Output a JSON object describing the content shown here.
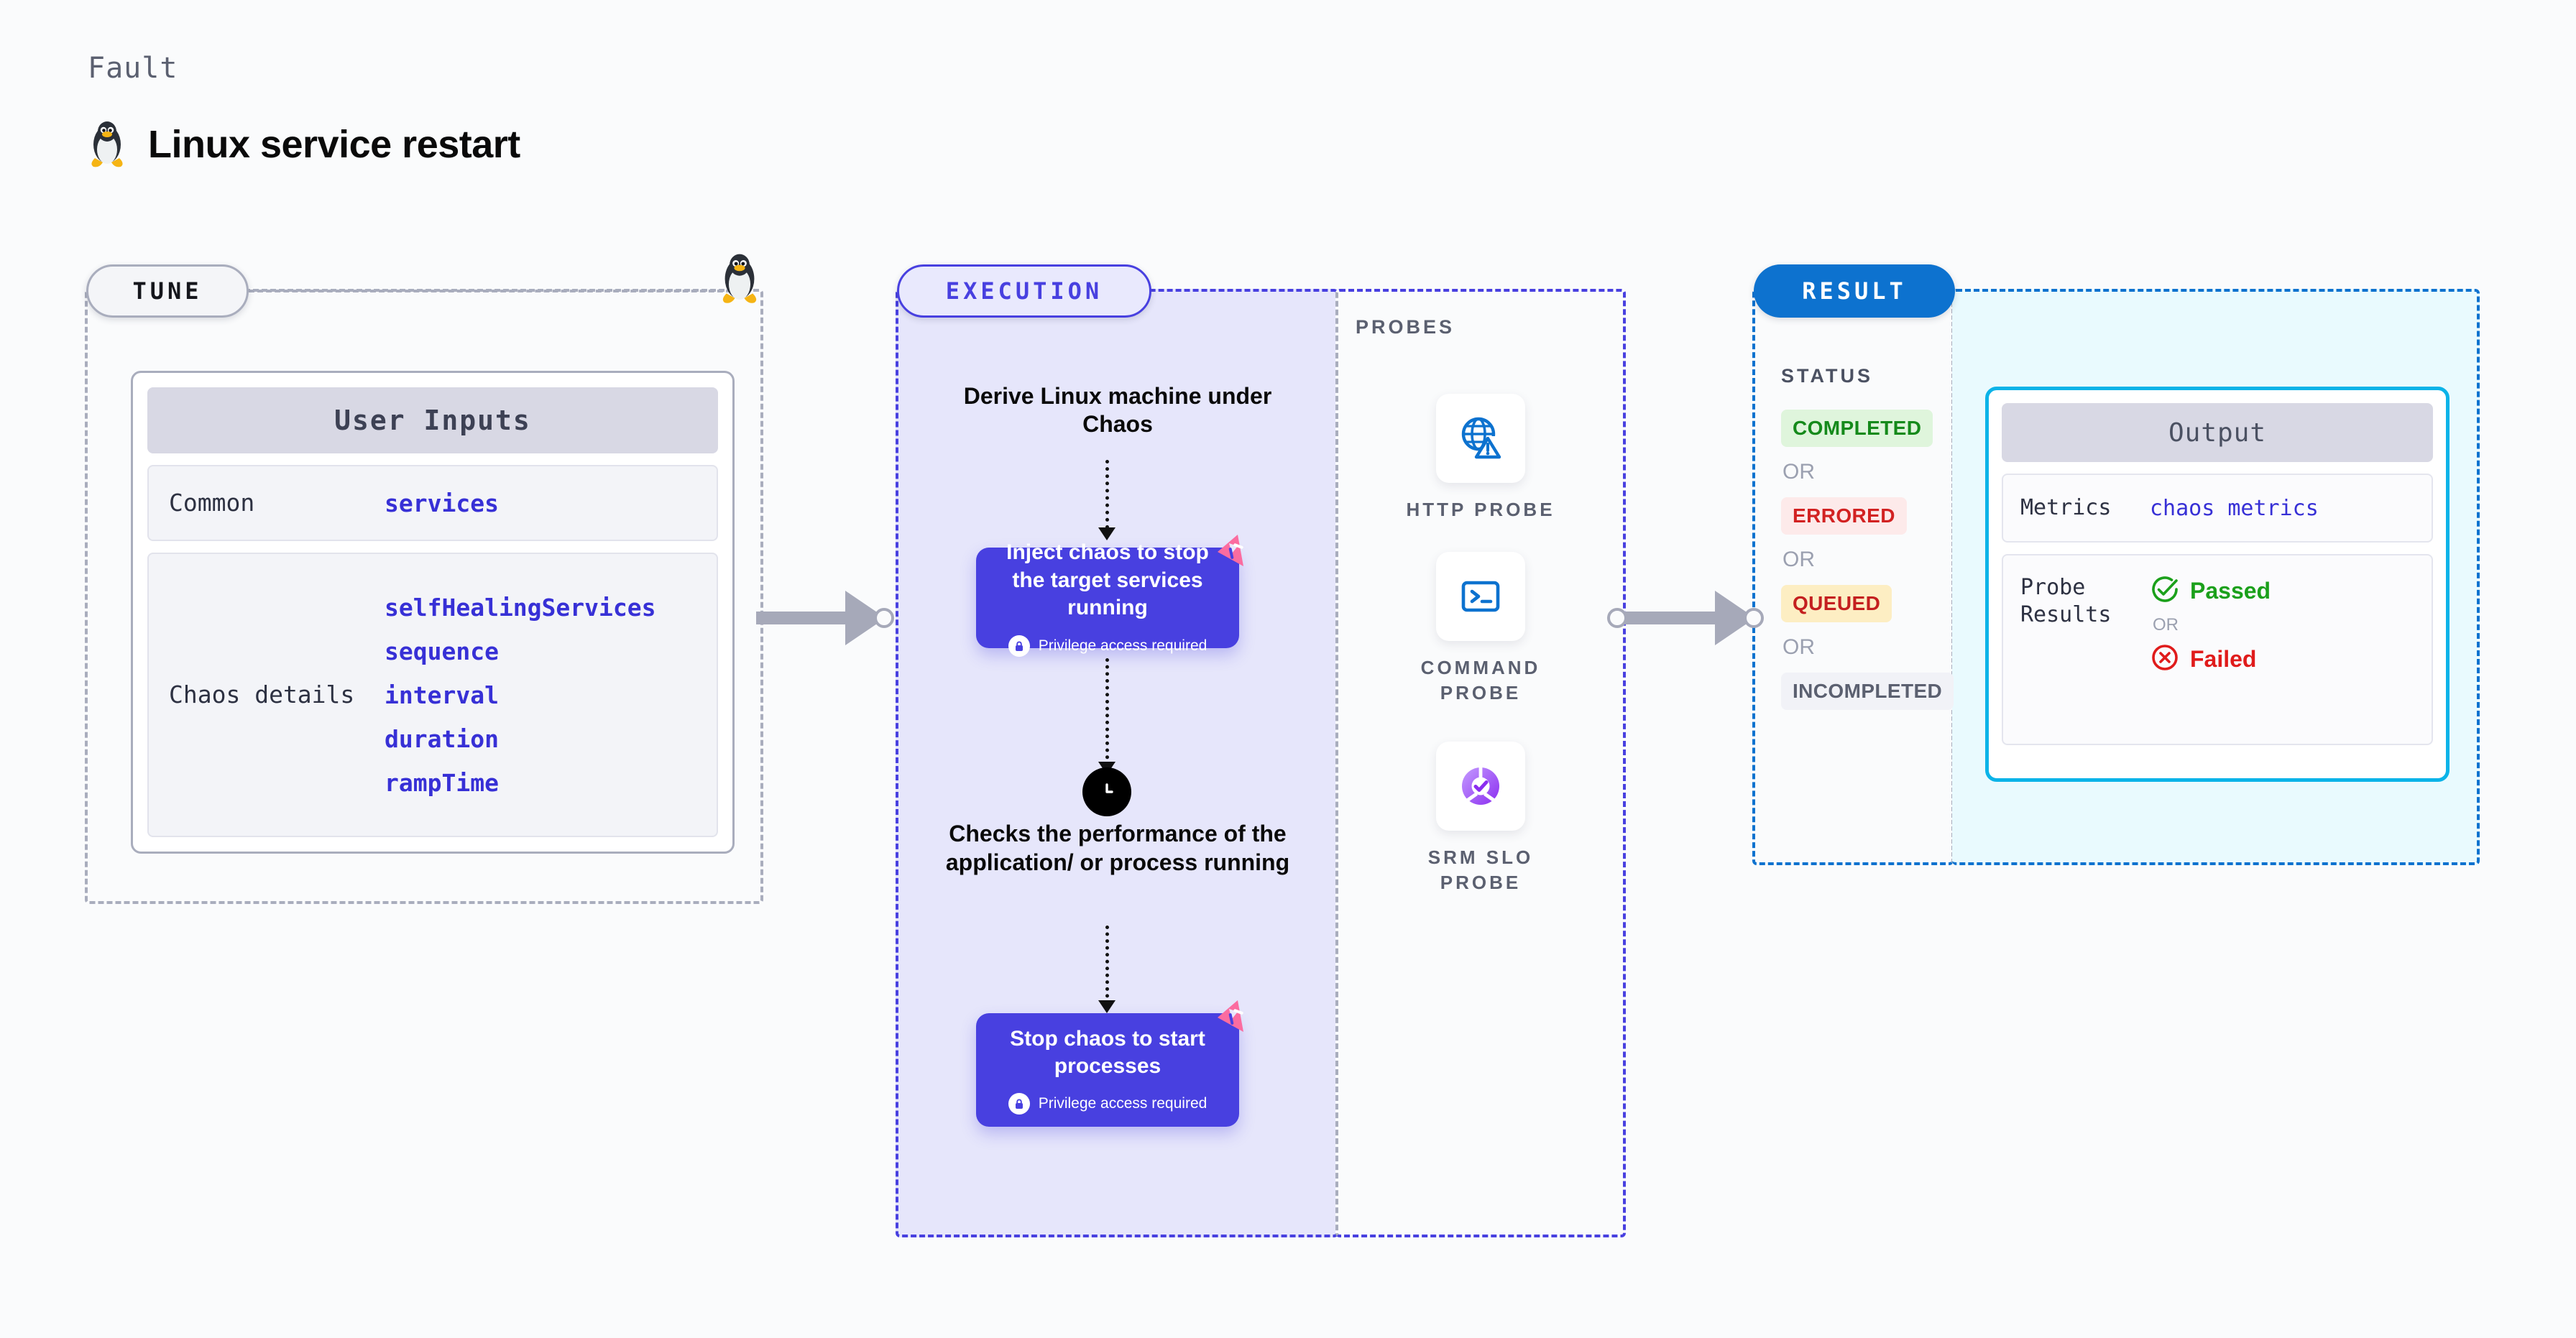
{
  "header": {
    "eyebrow": "Fault",
    "title": "Linux service restart",
    "icon": "linux-penguin-icon"
  },
  "stages": {
    "tune": {
      "pill_label": "TUNE"
    },
    "execution": {
      "pill_label": "EXECUTION"
    },
    "probes": {
      "section_label": "PROBES"
    },
    "result": {
      "pill_label": "RESULT"
    }
  },
  "tune": {
    "card_title": "User Inputs",
    "rows": [
      {
        "label": "Common",
        "values": [
          "services"
        ]
      },
      {
        "label": "Chaos details",
        "values": [
          "selfHealingServices",
          "sequence",
          "interval",
          "duration",
          "rampTime"
        ]
      }
    ]
  },
  "execution": {
    "heading": "Derive Linux machine under Chaos",
    "inject_card": {
      "title": "Inject chaos to stop the target services running",
      "note": "Privilege access required",
      "note_icon": "lock-icon",
      "corner_icon": "chaos-triangle-icon"
    },
    "clock_icon": "clock-icon",
    "middle_text": "Checks the performance of the application/ or process running",
    "stop_card": {
      "title": "Stop chaos to start processes",
      "note": "Privilege access required",
      "note_icon": "lock-icon",
      "corner_icon": "chaos-triangle-icon"
    }
  },
  "probes": {
    "items": [
      {
        "label": "HTTP PROBE",
        "icon": "globe-warning-icon"
      },
      {
        "label": "COMMAND PROBE",
        "icon": "terminal-icon"
      },
      {
        "label": "SRM SLO PROBE",
        "icon": "slo-donut-check-icon"
      }
    ]
  },
  "result": {
    "status_title": "STATUS",
    "or_label": "OR",
    "statuses": [
      {
        "label": "COMPLETED",
        "bg": "#dff5dc",
        "fg": "#158a1b"
      },
      {
        "label": "ERRORED",
        "bg": "#fdeaea",
        "fg": "#d22222"
      },
      {
        "label": "QUEUED",
        "bg": "#fdeec3",
        "fg": "#c41f1f"
      },
      {
        "label": "INCOMPLETED",
        "bg": "#f1f2f7",
        "fg": "#5b6070"
      }
    ],
    "output": {
      "card_title": "Output",
      "metrics_label": "Metrics",
      "metrics_value": "chaos metrics",
      "probe_results_label": "Probe Results",
      "passed_label": "Passed",
      "failed_label": "Failed",
      "or_label": "OR",
      "passed_icon": "check-circle-icon",
      "failed_icon": "x-circle-icon"
    }
  },
  "colors": {
    "accent_purple": "#4840e0",
    "accent_blue": "#0d72cf",
    "accent_cyan": "#0bb3e8",
    "pink": "#fb6ca0",
    "gray_dash": "#a9adbd"
  }
}
